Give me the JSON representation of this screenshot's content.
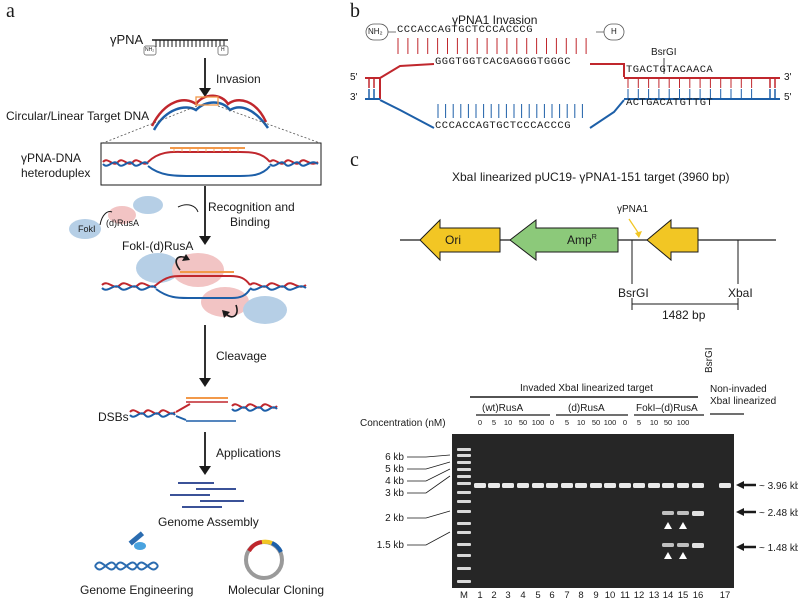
{
  "panels": {
    "a": "a",
    "b": "b",
    "c": "c"
  },
  "colors": {
    "red": "#c0272d",
    "blue": "#1d5fa8",
    "orange": "#f2994a",
    "yellow": "#f2c624",
    "green": "#8cc97a",
    "arrow": "#1a1a1a"
  },
  "panel_a": {
    "gpna": "γPNA",
    "nh2": "NH₂",
    "h": "H",
    "invasion": "Invasion",
    "target": "Circular/Linear Target DNA",
    "heteroduplex_line1": "γPNA-DNA",
    "heteroduplex_line2": "heteroduplex",
    "recognition_line1": "Recognition and",
    "recognition_line2": "Binding",
    "foki": "FokI",
    "drusa": "(d)RusA",
    "fusion": "FokI-(d)RusA",
    "cleavage": "Cleavage",
    "dsbs": "DSBs",
    "applications": "Applications",
    "genome_assembly": "Genome Assembly",
    "genome_engineering": "Genome Engineering",
    "molecular_cloning": "Molecular Cloning"
  },
  "panel_b": {
    "title": "γPNA1 Invasion",
    "nh2": "NH₂",
    "h": "H",
    "pna_seq": "CCCACCAGTGCTCCCACCCG",
    "top_seq": "GGGTGGTCACGAGGGTGGGC",
    "bottom_seq": "CCCACCAGTGCTCCCACCCG",
    "right_top_seq": "TGACTGTACAACA",
    "right_bottom_seq": "ACTGACATGTTGT",
    "bsrgi": "BsrGI",
    "five_prime": "5'",
    "three_prime": "3'"
  },
  "panel_c": {
    "title": "XbaI linearized pUC19- γPNA1-151 target (3960 bp)",
    "ori": "Ori",
    "ampr": "Amp",
    "ampr_sup": "R",
    "gpna1": "γPNA1",
    "bsrgi": "BsrGI",
    "xbai": "XbaI",
    "bp": "1482 bp",
    "gel": {
      "bsrgi_vertical": "BsrGI",
      "invaded_header": "Invaded XbaI linearized target",
      "groups": [
        "(wt)RusA",
        "(d)RusA",
        "FokI–(d)RusA"
      ],
      "non_invaded_line1": "Non-invaded",
      "non_invaded_line2": "XbaI linearized",
      "concentration_label": "Concentration (nM)",
      "concentrations": [
        "0",
        "5",
        "10",
        "50",
        "100",
        "0",
        "5",
        "10",
        "50",
        "100",
        "0",
        "5",
        "10",
        "50",
        "100"
      ],
      "ladder_labels": [
        "6 kb",
        "5 kb",
        "4 kb",
        "3 kb",
        "2 kb",
        "1.5 kb"
      ],
      "band_labels": [
        "~ 3.96 kb",
        "~ 2.48 kb",
        "~ 1.48 kb"
      ],
      "lane_numbers": [
        "M",
        "1",
        "2",
        "3",
        "4",
        "5",
        "6",
        "7",
        "8",
        "9",
        "10",
        "11",
        "12",
        "13",
        "14",
        "15",
        "16",
        "17"
      ]
    }
  }
}
